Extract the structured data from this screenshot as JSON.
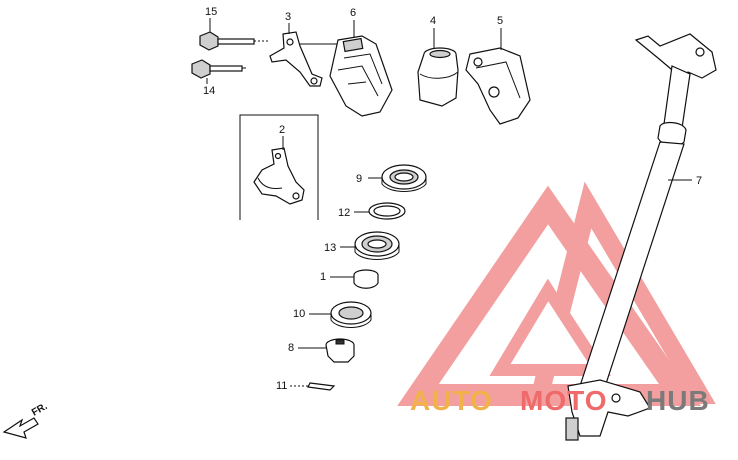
{
  "diagram": {
    "callouts": [
      {
        "id": "p15",
        "label": "15"
      },
      {
        "id": "p14",
        "label": "14"
      },
      {
        "id": "p3",
        "label": "3"
      },
      {
        "id": "p6",
        "label": "6"
      },
      {
        "id": "p4",
        "label": "4"
      },
      {
        "id": "p5",
        "label": "5"
      },
      {
        "id": "p2",
        "label": "2"
      },
      {
        "id": "p9",
        "label": "9"
      },
      {
        "id": "p12",
        "label": "12"
      },
      {
        "id": "p13",
        "label": "13"
      },
      {
        "id": "p1",
        "label": "1"
      },
      {
        "id": "p10",
        "label": "10"
      },
      {
        "id": "p8",
        "label": "8"
      },
      {
        "id": "p11",
        "label": "11"
      },
      {
        "id": "p7",
        "label": "7"
      }
    ],
    "direction_label": "FR.",
    "watermark": {
      "part1": "AUTO",
      "part2": "MOTO",
      "part3": "HUB",
      "colors": {
        "auto": "#f2b24a",
        "moto": "#ef6a6a",
        "hub": "#7a7a7a",
        "logo": "#f08080"
      }
    }
  }
}
